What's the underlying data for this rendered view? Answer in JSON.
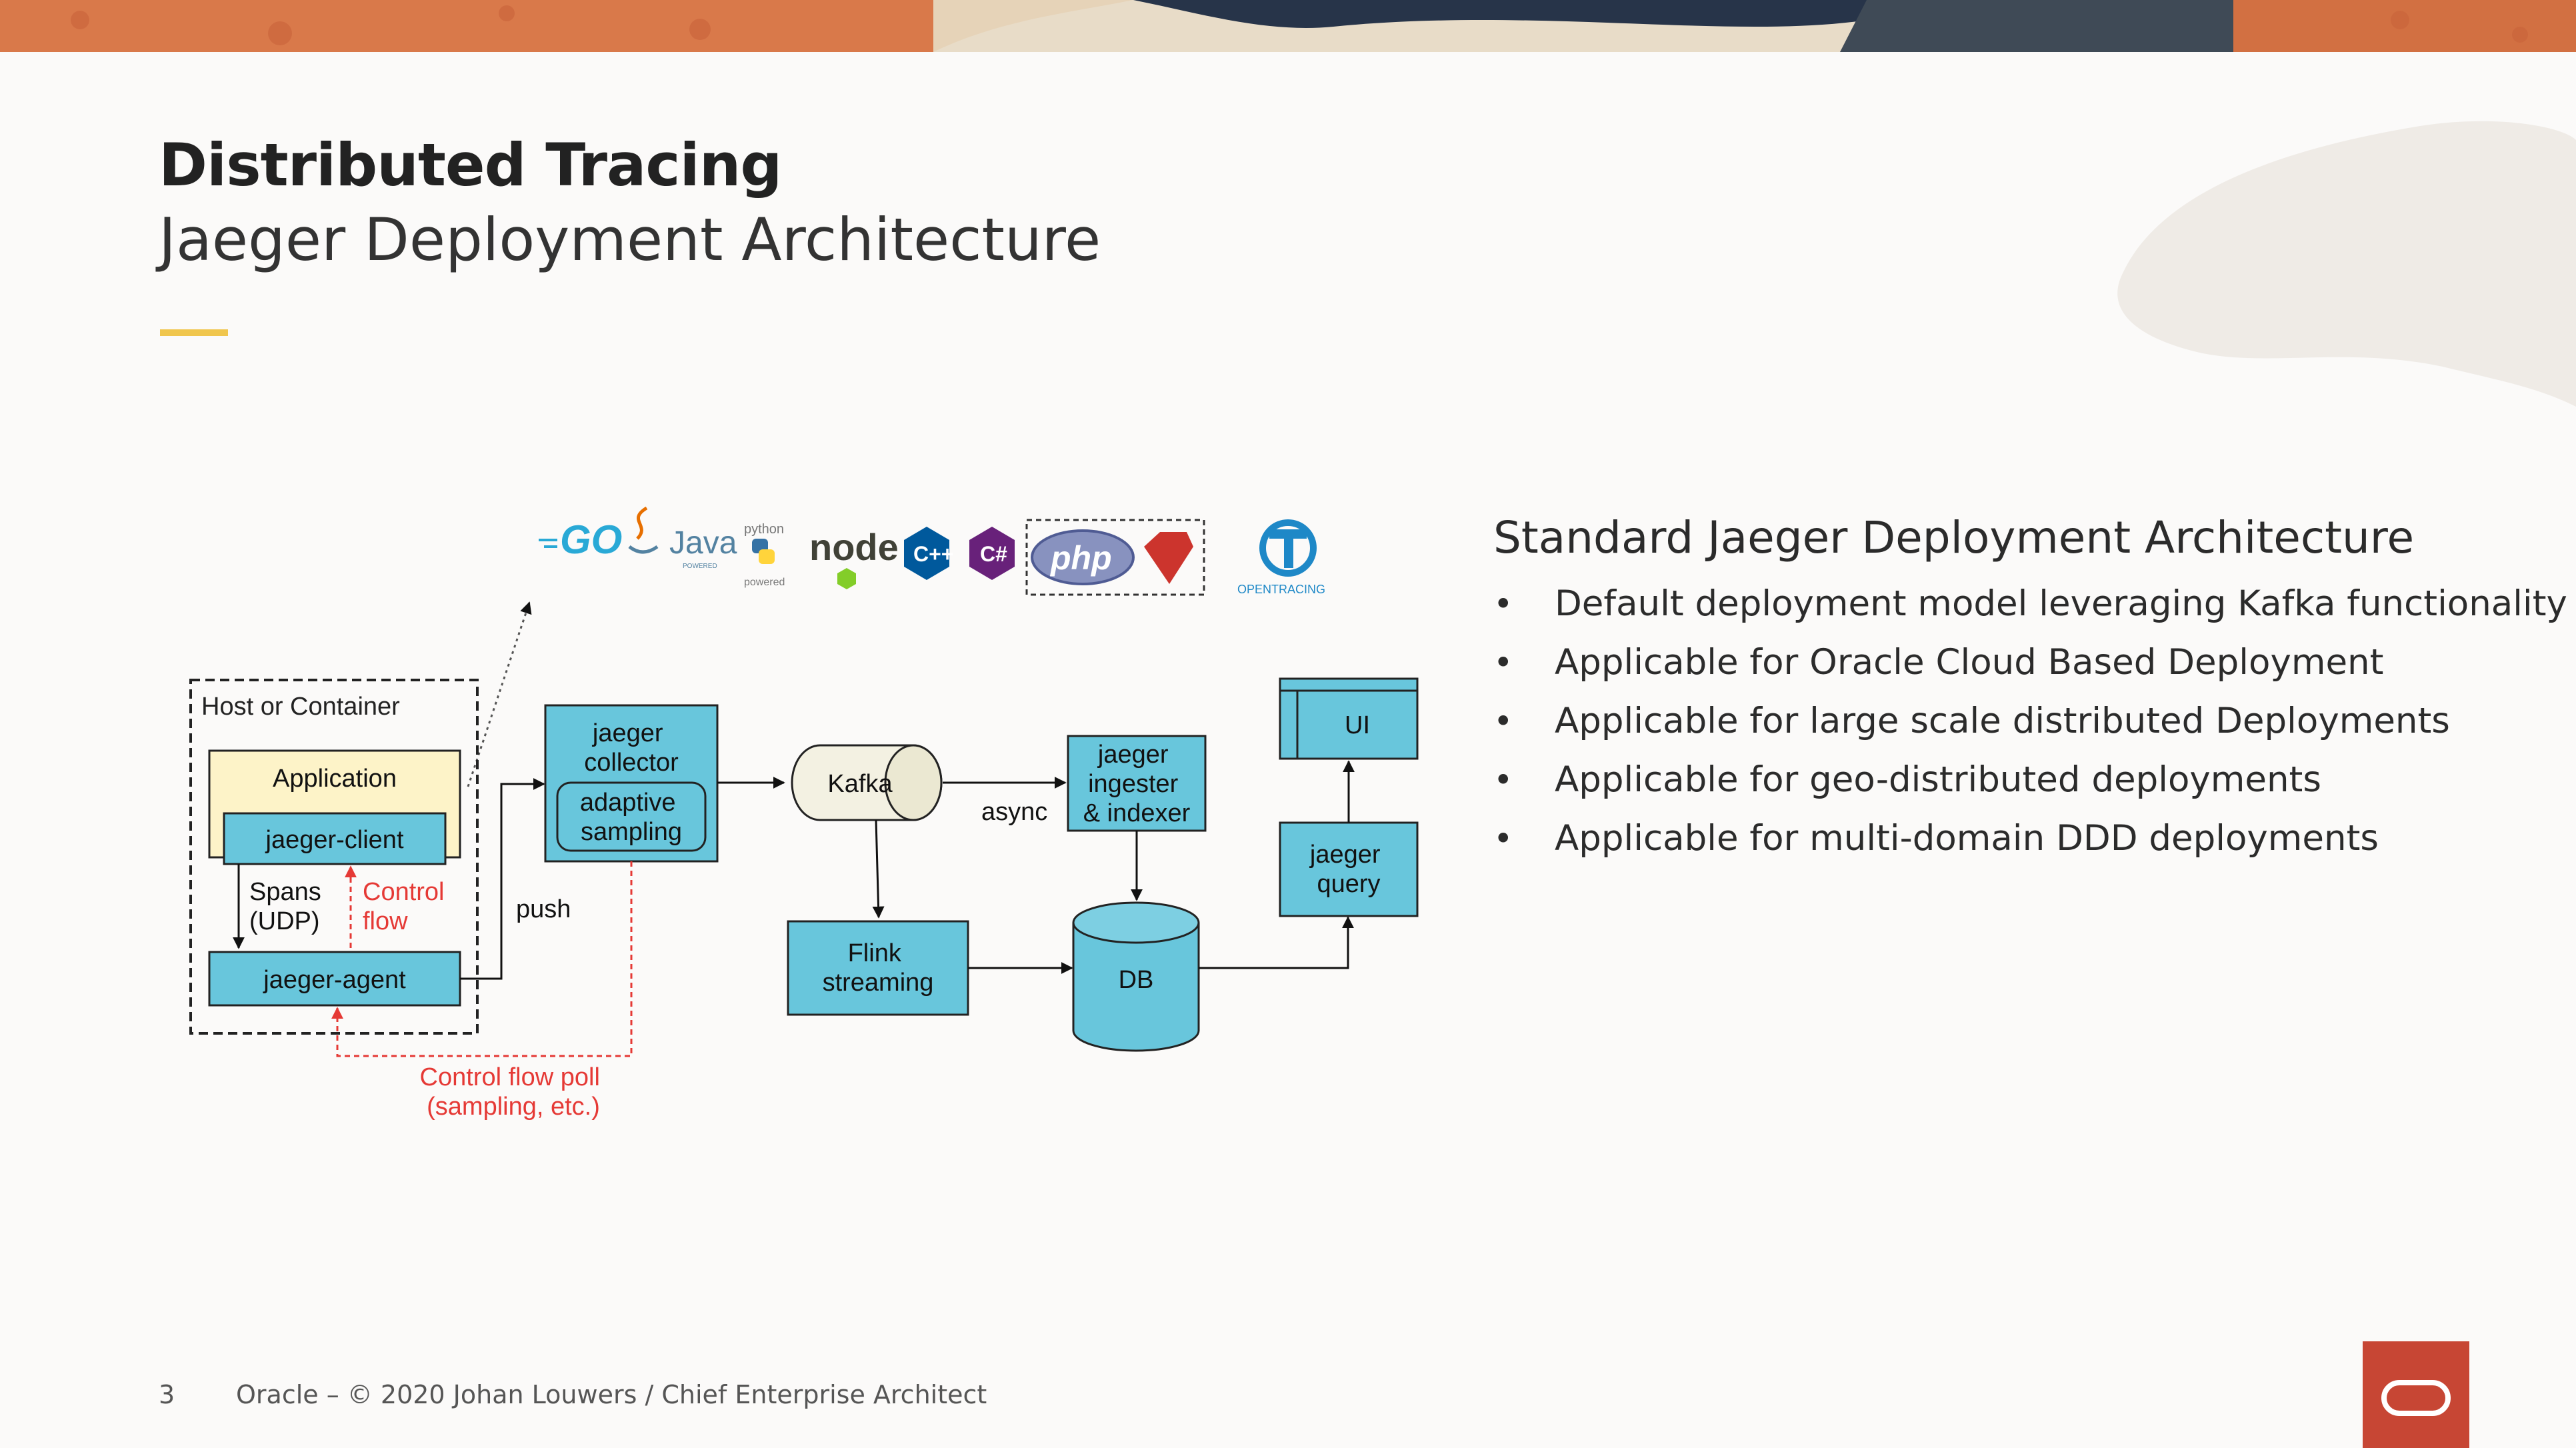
{
  "slide": {
    "title": "Distributed Tracing",
    "subtitle": "Jaeger Deployment Architecture"
  },
  "diagram": {
    "host_label": "Host or Container",
    "application": "Application",
    "jaeger_client": "jaeger-client",
    "spans": [
      "Spans",
      "(UDP)"
    ],
    "control_flow": [
      "Control",
      "flow"
    ],
    "jaeger_agent": "jaeger-agent",
    "push": "push",
    "collector": [
      "jaeger",
      "collector"
    ],
    "adaptive": [
      "adaptive",
      "sampling"
    ],
    "kafka": "Kafka",
    "async": "async",
    "ingester": [
      "jaeger",
      "ingester",
      "& indexer"
    ],
    "flink": [
      "Flink",
      "streaming"
    ],
    "db": "DB",
    "ui": "UI",
    "query": [
      "jaeger",
      "query"
    ],
    "poll": [
      "Control flow poll",
      "(sampling, etc.)"
    ],
    "logos": {
      "go": "GO",
      "java": "Java",
      "java_sub": "POWERED",
      "python_top": "python",
      "python_bottom": "powered",
      "node": "node",
      "cpp": "C++",
      "csharp": "C#",
      "php": "php",
      "ruby_icon": "ruby-icon",
      "opentracing": "OPENTRACING"
    },
    "colors": {
      "box": "#68c6dc",
      "app": "#fdf3c8",
      "kafka": "#f3f1e2",
      "control": "#e53935"
    }
  },
  "panel": {
    "heading": "Standard Jaeger Deployment Architecture",
    "bullets": [
      "Default deployment model leveraging Kafka functionality",
      "Applicable for Oracle Cloud Based Deployment",
      "Applicable for large scale distributed Deployments",
      "Applicable for geo-distributed deployments",
      "Applicable for multi-domain DDD deployments"
    ]
  },
  "footer": {
    "page": "3",
    "text": "Oracle – © 2020  Johan Louwers / Chief Enterprise Architect"
  },
  "brand": {
    "accent": "#f0c64e",
    "logo_color": "#c74634",
    "logo_icon": "oracle-logo-icon"
  }
}
